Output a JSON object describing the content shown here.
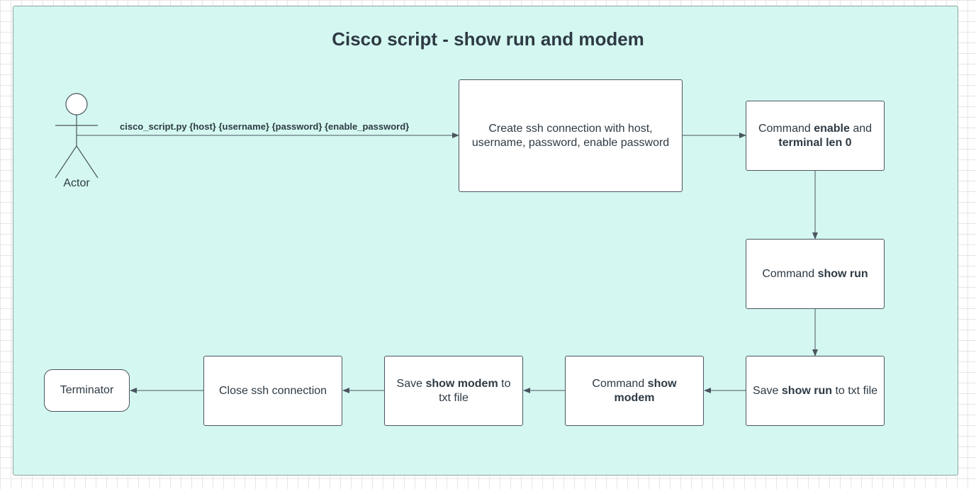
{
  "diagram": {
    "title": "Cisco script - show run and modem",
    "actor": {
      "label": "Actor"
    },
    "edge_label": "cisco_script.py {host} {username} {password} {enable_password}",
    "nodes": {
      "create_ssh": {
        "text": "Create ssh connection with host, username, password, enable password"
      },
      "enable_cmd": {
        "pre": "Command ",
        "bold1": "enable",
        "mid": " and ",
        "bold2": "terminal len 0"
      },
      "show_run_cmd": {
        "pre": "Command ",
        "bold": "show run"
      },
      "save_show_run": {
        "pre": "Save ",
        "bold": "show run",
        "post": " to txt file"
      },
      "show_modem_cmd": {
        "pre": "Command ",
        "bold": "show modem"
      },
      "save_show_modem": {
        "pre": "Save ",
        "bold": "show modem",
        "post": " to txt file"
      },
      "close_ssh": {
        "text": "Close ssh connection"
      },
      "terminator": {
        "text": "Terminator"
      }
    },
    "colors": {
      "canvas": "#d4f8f1",
      "node_fill": "#ffffff",
      "stroke": "#4a5560",
      "text": "#2e3a44"
    }
  }
}
